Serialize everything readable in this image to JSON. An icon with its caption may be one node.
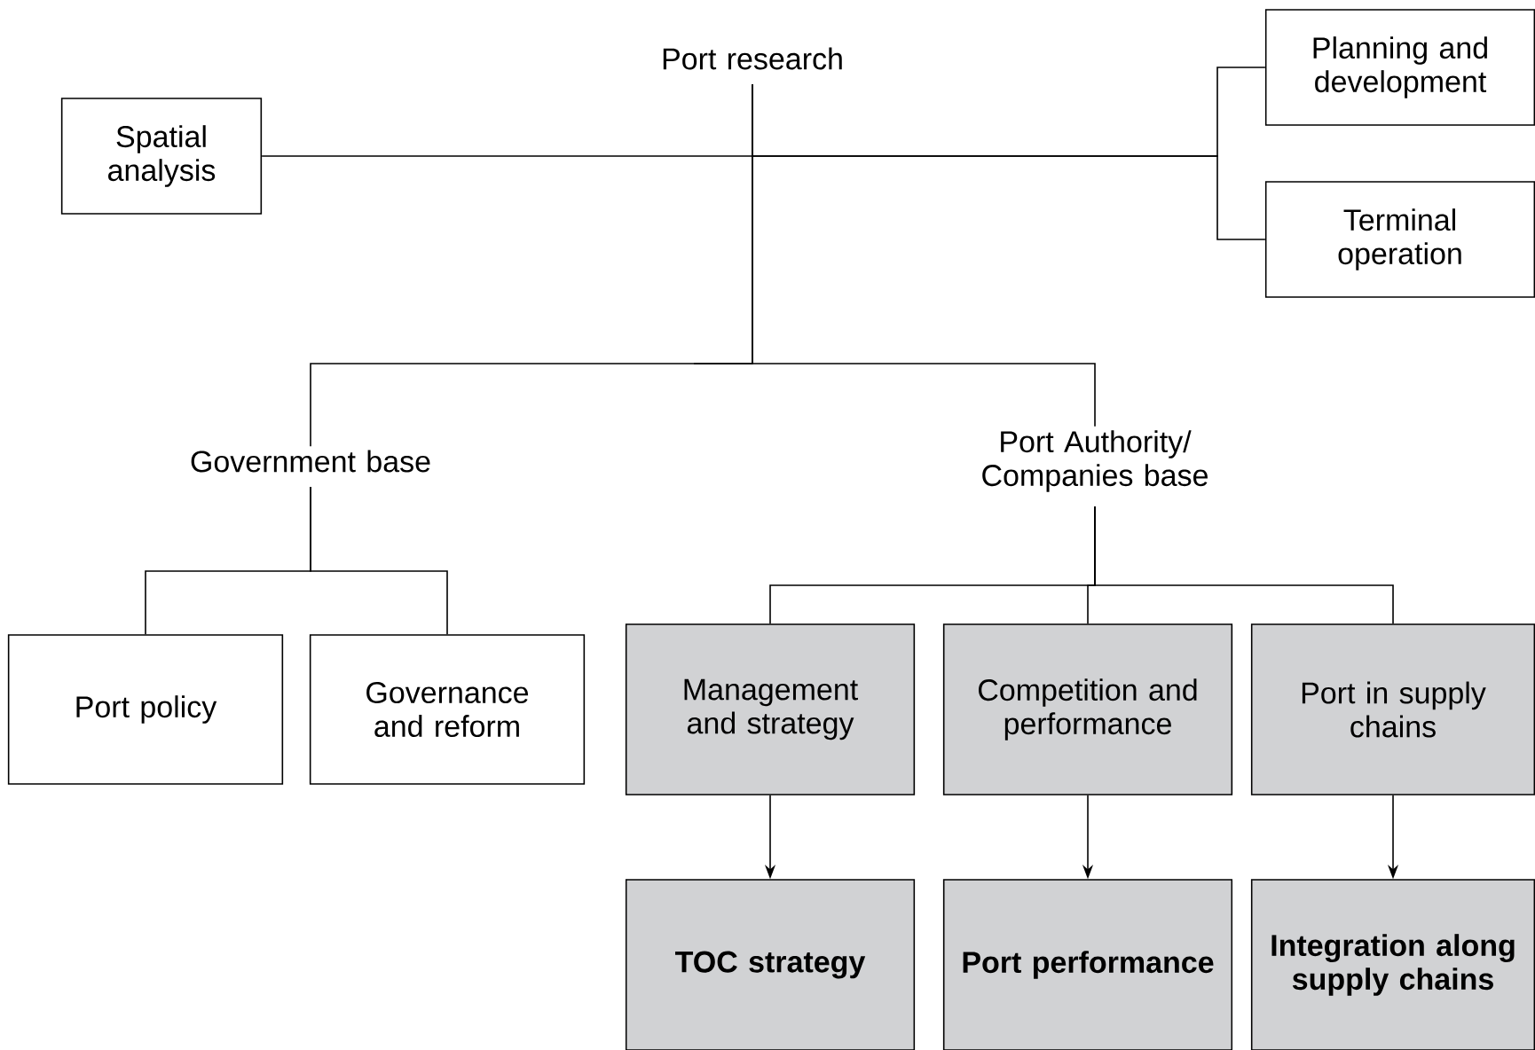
{
  "diagram": {
    "nodes": [
      {
        "text": [
          "Port research"
        ]
      },
      {
        "text": [
          "Spatial analysis"
        ]
      },
      {
        "text": [
          "Planning and development"
        ]
      },
      {
        "text": [
          "Terminal operation"
        ]
      },
      {
        "text": [
          "Government base"
        ]
      },
      {
        "text": [
          "Port Authority/ Companies base"
        ]
      },
      {
        "text": [
          "Port policy"
        ]
      },
      {
        "text": [
          "Governance and reform"
        ]
      },
      {
        "text": [
          "Management and strategy"
        ]
      },
      {
        "text": [
          "Competition and performance"
        ]
      },
      {
        "text": [
          "Port in supply chains"
        ]
      },
      {
        "text": [
          "TOC strategy"
        ]
      },
      {
        "text": [
          "Port performance"
        ]
      },
      {
        "text": [
          "Integration along supply chains"
        ]
      }
    ],
    "edges": [
      {
        "from": 0,
        "to": 1,
        "arrow": "none"
      },
      {
        "from": 0,
        "to": 2,
        "arrow": "none"
      },
      {
        "from": 0,
        "to": 3,
        "arrow": "none"
      },
      {
        "from": 0,
        "to": 4,
        "arrow": "none"
      },
      {
        "from": 0,
        "to": 5,
        "arrow": "none"
      },
      {
        "from": 4,
        "to": 6,
        "arrow": "none"
      },
      {
        "from": 4,
        "to": 7,
        "arrow": "none"
      },
      {
        "from": 5,
        "to": 8,
        "arrow": "none"
      },
      {
        "from": 5,
        "to": 9,
        "arrow": "none"
      },
      {
        "from": 5,
        "to": 10,
        "arrow": "none"
      },
      {
        "from": 8,
        "to": 11,
        "arrow": "to"
      },
      {
        "from": 9,
        "to": 12,
        "arrow": "to"
      },
      {
        "from": 10,
        "to": 13,
        "arrow": "to"
      }
    ]
  }
}
